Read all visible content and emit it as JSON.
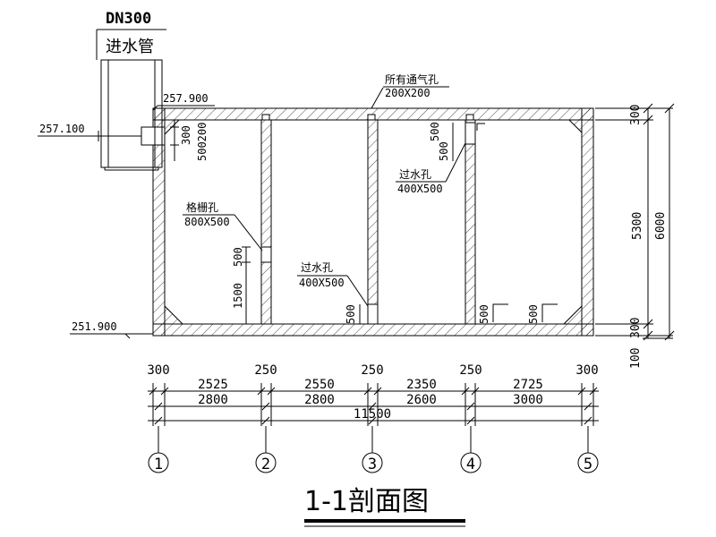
{
  "title": "1-1剖面图",
  "pipe": {
    "size": "DN300",
    "label": "进水管"
  },
  "elevations": {
    "top": "257.900",
    "inlet": "257.100",
    "bottom": "251.900"
  },
  "notes": {
    "vent_label": "所有通气孔",
    "vent_size": "200X200",
    "grate_label": "格栅孔",
    "grate_size": "800X500",
    "hole_label": "过水孔",
    "hole_size": "400X500"
  },
  "vdims": {
    "inlet_300": "300",
    "inlet_500200": "500200",
    "grate_500": "500",
    "grate_1500": "1500",
    "hole2_500": "500",
    "hole3_500a": "500",
    "hole3_500b": "500",
    "hole4_500a": "500",
    "hole4_500b": "500"
  },
  "right_dims": {
    "top": "300",
    "mid": "5300",
    "total": "6000",
    "bot": "300",
    "found": "100"
  },
  "hdims": {
    "row1": [
      "300",
      "250",
      "250",
      "250",
      "300"
    ],
    "row2": [
      "2525",
      "2550",
      "2350",
      "2725"
    ],
    "row3": [
      "2800",
      "2800",
      "2600",
      "3000"
    ],
    "total": "11500"
  },
  "axes": [
    "1",
    "2",
    "3",
    "4",
    "5"
  ]
}
